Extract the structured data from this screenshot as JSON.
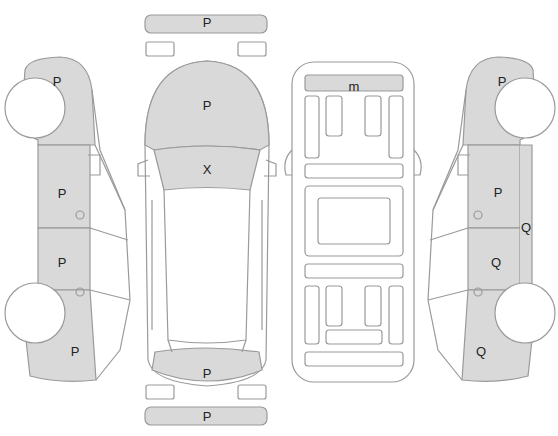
{
  "diagram": {
    "labels": [
      "P",
      "P",
      "P",
      "m",
      "P",
      "X",
      "P",
      "P",
      "Q",
      "P",
      "Q",
      "P",
      "Q",
      "P",
      "P"
    ]
  }
}
